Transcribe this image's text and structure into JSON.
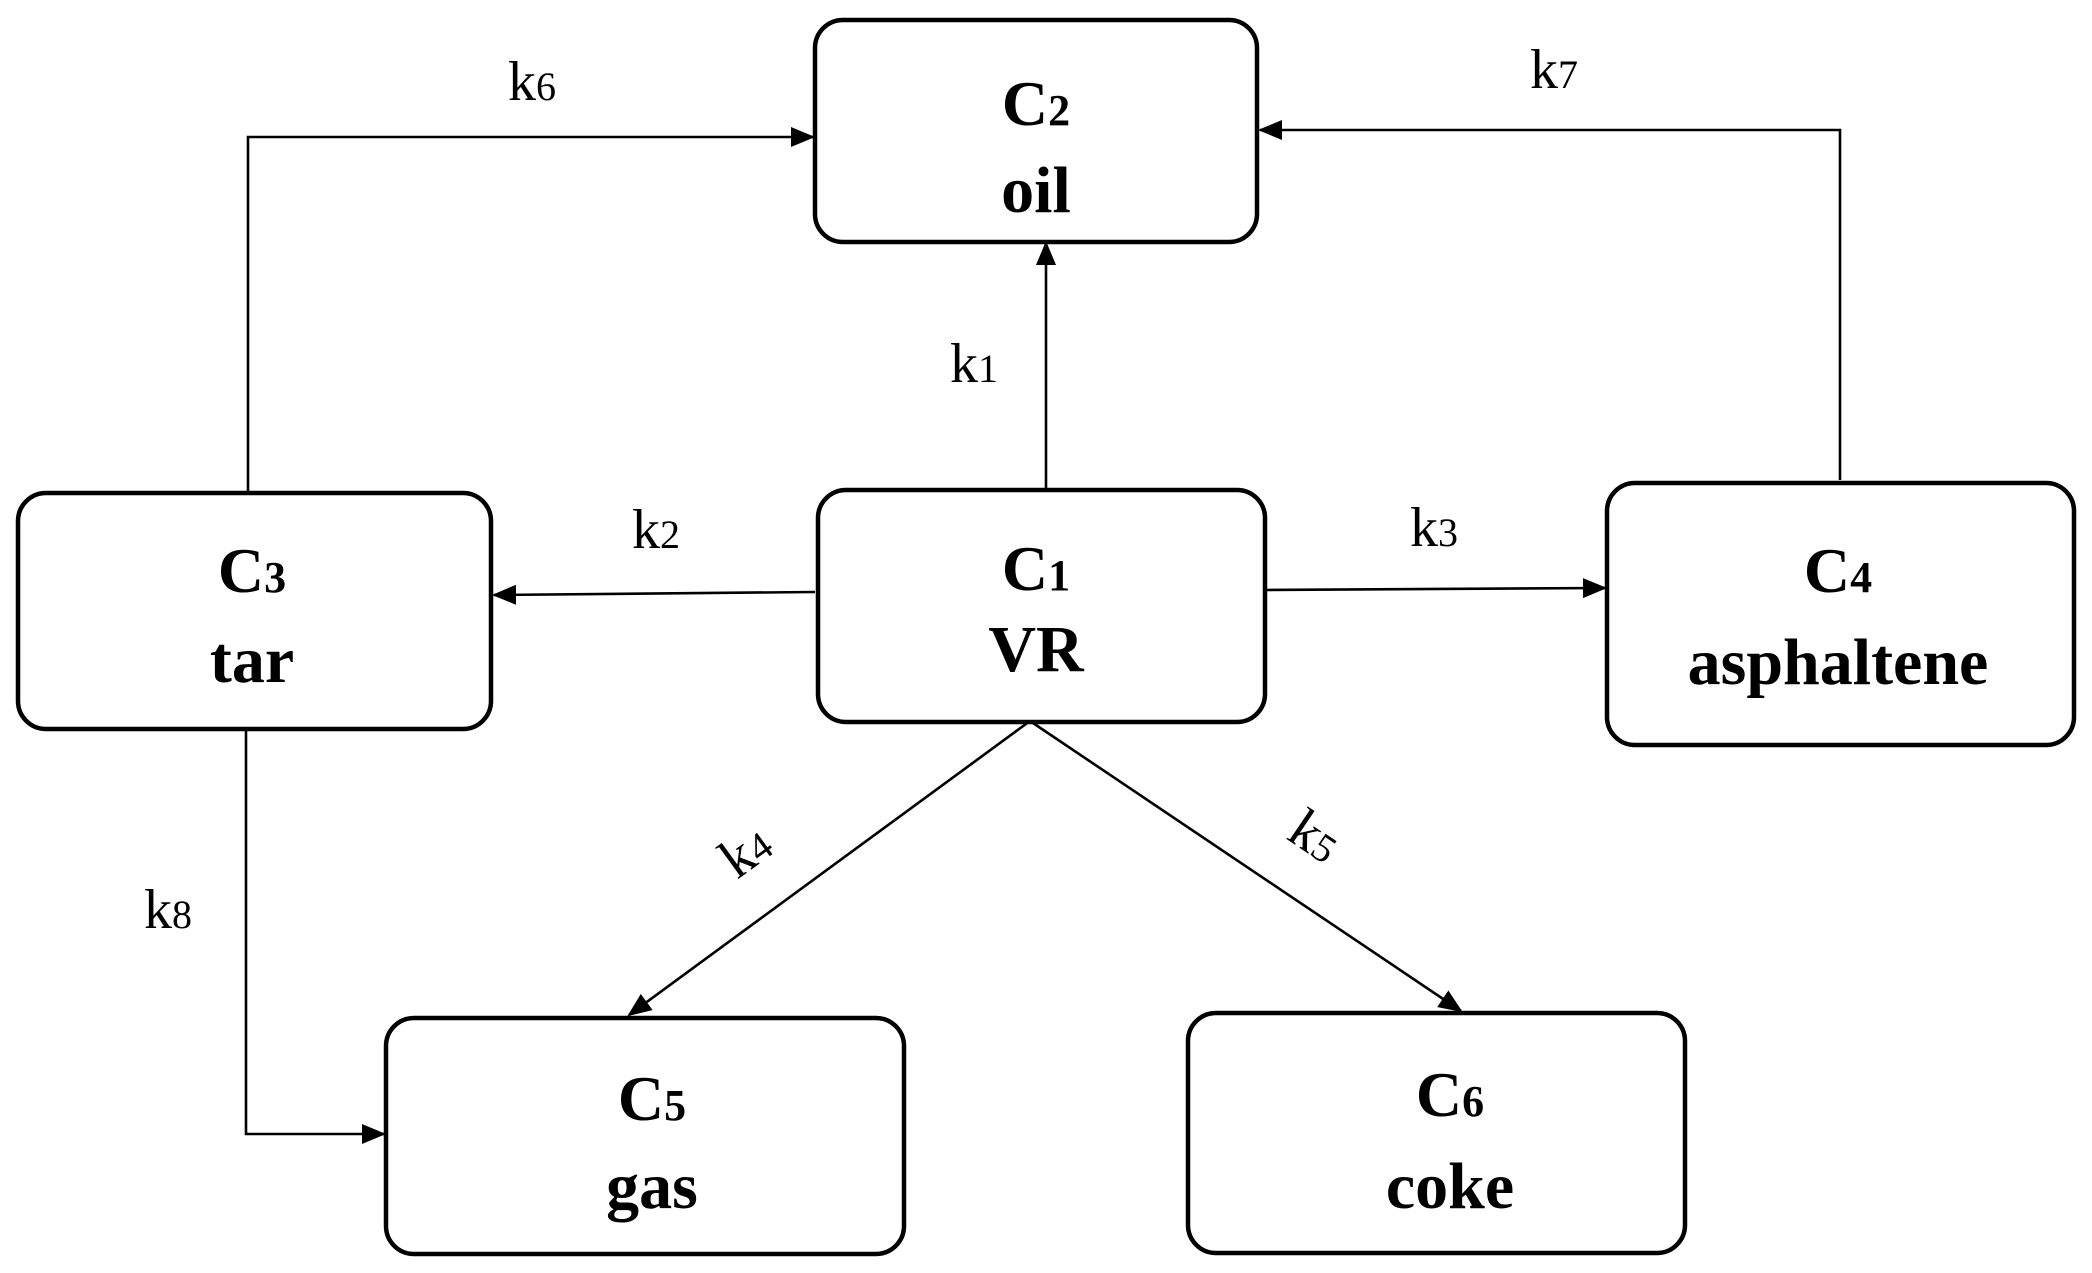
{
  "diagram": {
    "nodes": {
      "c2": {
        "symbol": "C",
        "index": "2",
        "name": "oil"
      },
      "c1": {
        "symbol": "C",
        "index": "1",
        "name": "VR"
      },
      "c3": {
        "symbol": "C",
        "index": "3",
        "name": "tar"
      },
      "c4": {
        "symbol": "C",
        "index": "4",
        "name": "asphaltene"
      },
      "c5": {
        "symbol": "C",
        "index": "5",
        "name": "gas"
      },
      "c6": {
        "symbol": "C",
        "index": "6",
        "name": "coke"
      }
    },
    "edges": {
      "k1": {
        "symbol": "k",
        "index": "1",
        "from": "C1",
        "to": "C2"
      },
      "k2": {
        "symbol": "k",
        "index": "2",
        "from": "C1",
        "to": "C3"
      },
      "k3": {
        "symbol": "k",
        "index": "3",
        "from": "C1",
        "to": "C4"
      },
      "k4": {
        "symbol": "k",
        "index": "4",
        "from": "C1",
        "to": "C5"
      },
      "k5": {
        "symbol": "k",
        "index": "5",
        "from": "C1",
        "to": "C6"
      },
      "k6": {
        "symbol": "k",
        "index": "6",
        "from": "C3",
        "to": "C2"
      },
      "k7": {
        "symbol": "k",
        "index": "7",
        "from": "C4",
        "to": "C2"
      },
      "k8": {
        "symbol": "k",
        "index": "8",
        "from": "C3",
        "to": "C5"
      }
    }
  }
}
